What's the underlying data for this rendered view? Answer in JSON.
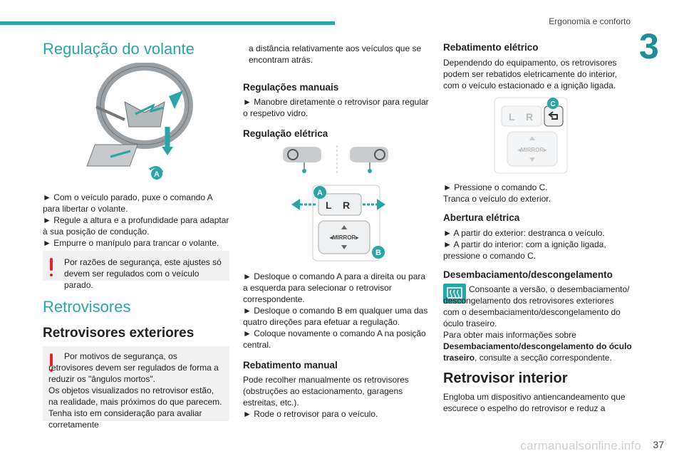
{
  "header": {
    "running_title": "Ergonomia e conforto",
    "chapter_number": "3"
  },
  "col1": {
    "title": "Regulação do volante",
    "steering_figure_label": "A",
    "steps": [
      "► Com o veículo parado, puxe o comando A para libertar o volante.",
      "► Regule a altura e a profundidade para adaptar à sua posição de condução.",
      "► Empurre o manípulo para trancar o volante."
    ],
    "warning1": "Por razões de segurança, este ajustes só devem ser regulados com o veículo parado.",
    "section_title": "Retrovisores",
    "subsection_title": "Retrovisores exteriores",
    "warning2": "Por motivos de segurança, os retrovisores devem ser regulados de forma a reduzir os \"ângulos mortos\".\nOs objetos visualizados no retrovisor estão, na realidade, mais próximos do que parecem. Tenha isto em consideração para avaliar corretamente"
  },
  "col2": {
    "continued_text": "a distância relativamente aos veículos que se encontram atrás.",
    "manual_title": "Regulações manuais",
    "manual_step": "► Manobre diretamente o retrovisor para regular o respetivo vidro.",
    "electric_title": "Regulação elétrica",
    "control_labels": {
      "a": "A",
      "b": "B",
      "l": "L",
      "r": "R",
      "mirror": "◂MIRROR▸"
    },
    "electric_steps": [
      "► Desloque o comando A para a direita ou para a esquerda para selecionar o retrovisor correspondente.",
      "► Desloque o comando B em qualquer uma das quatro direções para efetuar a regulação.",
      "► Coloque novamente o comando A na posição central."
    ],
    "fold_manual_title": "Rebatimento manual",
    "fold_manual_text": "Pode recolher manualmente os retrovisores (obstruções ao estacionamento, garagens estreitas, etc.).",
    "fold_manual_step": "► Rode o retrovisor para o veículo."
  },
  "col3": {
    "fold_electric_title": "Rebatimento elétrico",
    "fold_electric_text": "Dependendo do equipamento, os retrovisores podem ser rebatidos eletricamente do interior, com o veículo estacionado e a ignição ligada.",
    "control_labels": {
      "c": "C",
      "l": "L",
      "r": "R",
      "mirror": "◂MIRROR▸"
    },
    "fold_step": "► Pressione o comando C.",
    "fold_step2": "Tranca o veículo do exterior.",
    "open_title": "Abertura elétrica",
    "open_steps": [
      "► A partir do exterior: destranca o veículo.",
      "► A partir do interior: com a ignição ligada, pressione o comando C."
    ],
    "defrost_title": "Desembaciamento/descongelamento",
    "defrost_text": "Consoante a versão, o desembaciamento/ descongelamento dos retrovisores exteriores com o desembaciamento/descongelamento do óculo traseiro.",
    "defrost_more_prefix": "Para obter mais informações sobre ",
    "defrost_more_bold": "Desembaciamento/descongelamento do óculo traseiro",
    "defrost_more_suffix": ", consulte a secção correspondente.",
    "interior_title": "Retrovisor interior",
    "interior_text": "Engloba um dispositivo antiencandeamento que escurece o espelho do retrovisor e reduz a"
  },
  "footer": {
    "page_number": "37",
    "watermark": "carmanualsonline.info"
  },
  "colors": {
    "accent": "#2aa5a7",
    "warning": "#e3242b",
    "chapter": "#1e8e94"
  }
}
